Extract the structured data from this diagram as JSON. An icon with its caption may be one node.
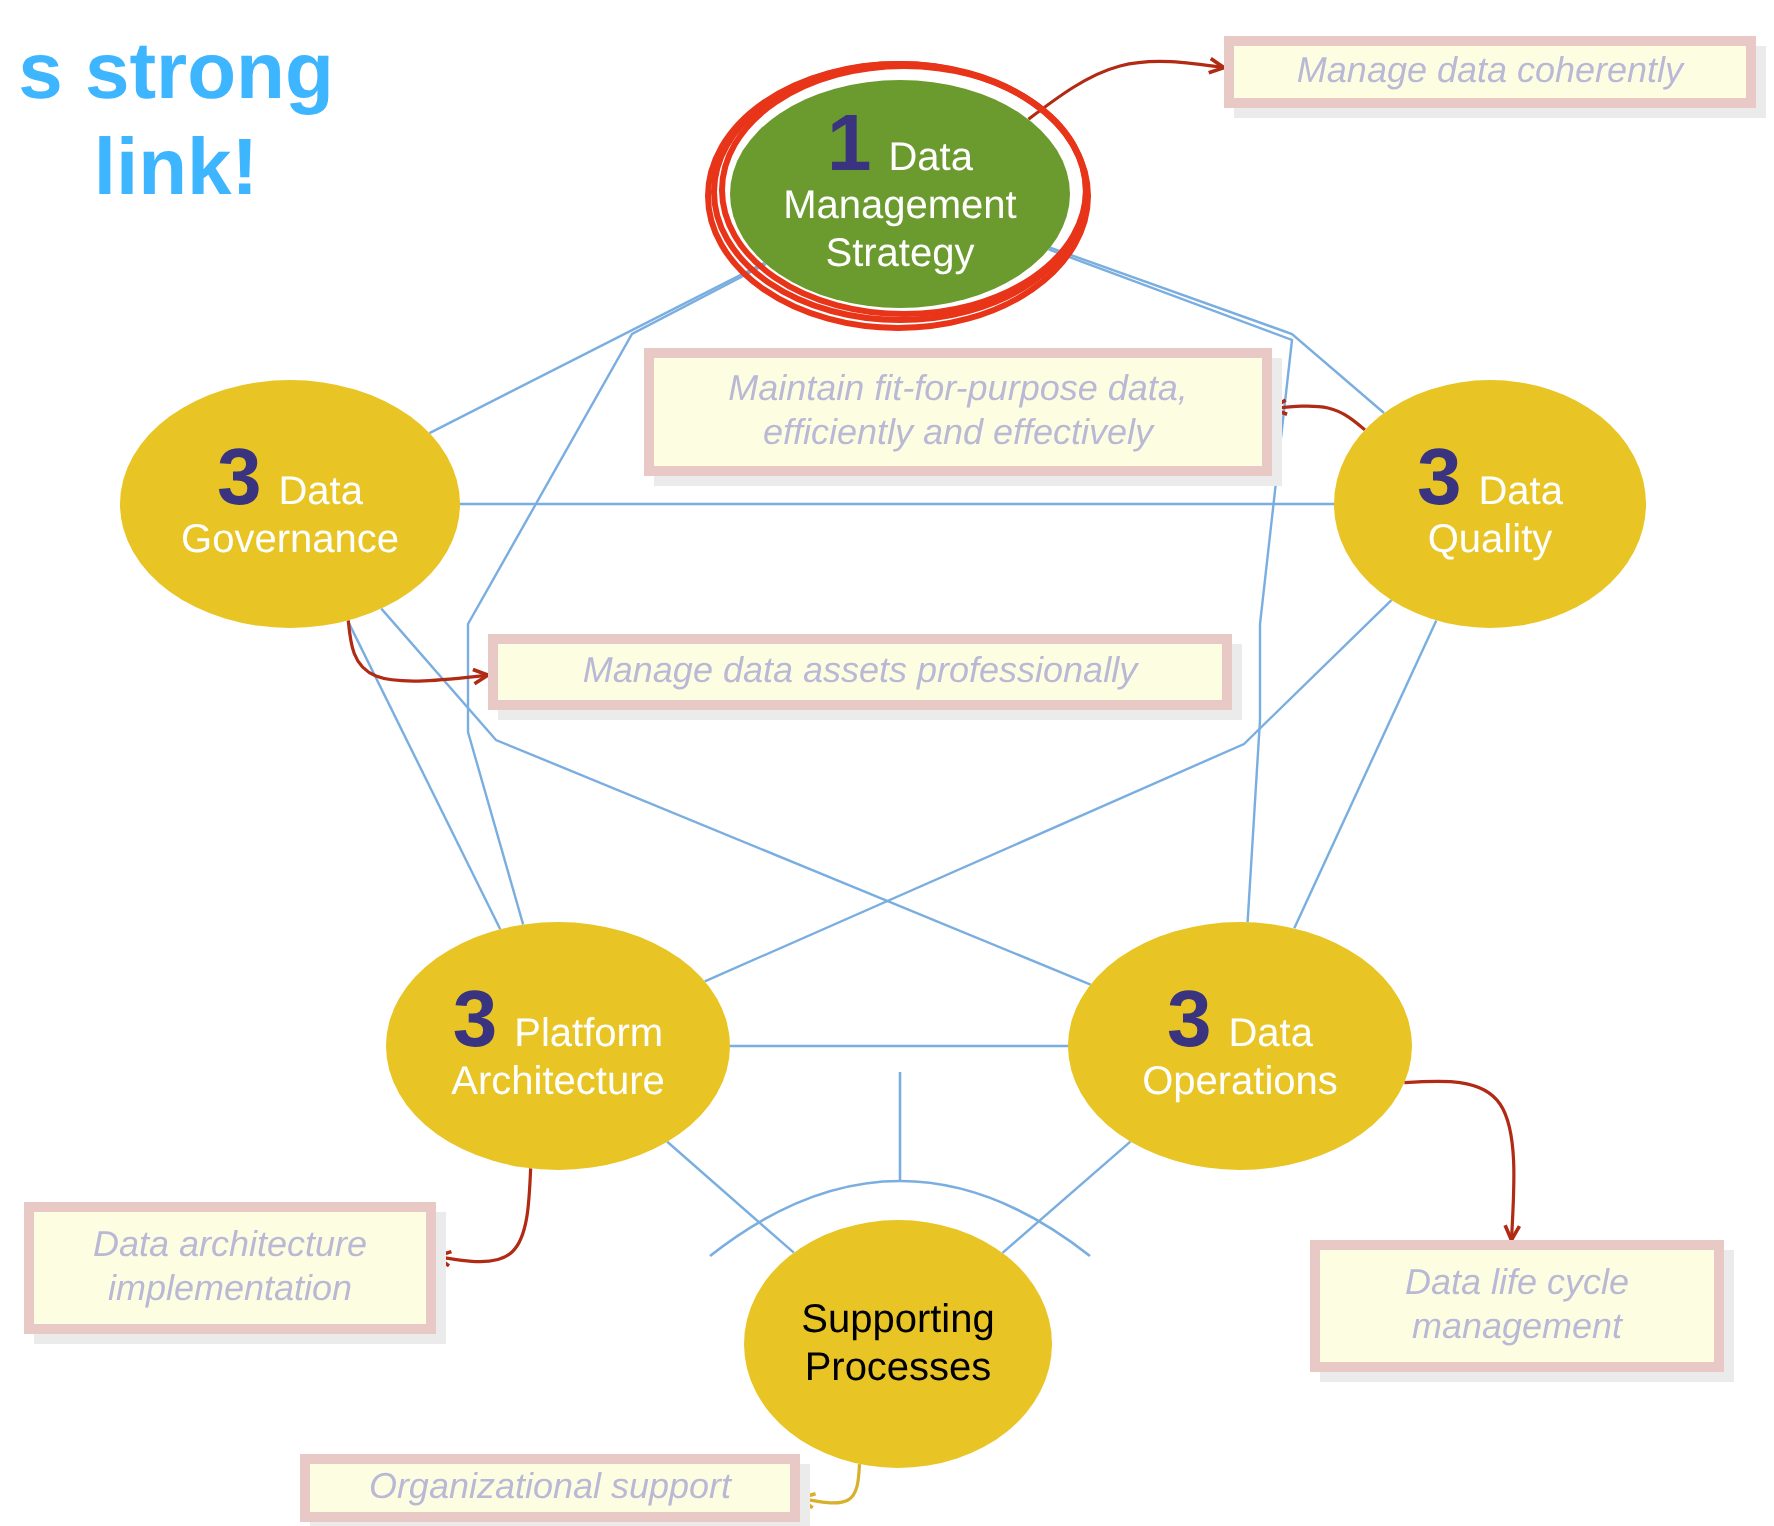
{
  "diagram": {
    "nodes": [
      {
        "text": [
          "1",
          "Data Management Strategy"
        ]
      },
      {
        "text": [
          "3",
          "Data Governance"
        ]
      },
      {
        "text": [
          "3",
          "Data Quality"
        ]
      },
      {
        "text": [
          "3",
          "Platform Architecture"
        ]
      },
      {
        "text": [
          "3",
          "Data Operations"
        ]
      },
      {
        "text": [
          "Supporting Processes"
        ]
      },
      {
        "text": [
          "Manage data coherently"
        ]
      },
      {
        "text": [
          "Maintain fit-for-purpose data, efficiently and effectively"
        ]
      },
      {
        "text": [
          "Manage data assets professionally"
        ]
      },
      {
        "text": [
          "Data architecture implementation"
        ]
      },
      {
        "text": [
          "Data life cycle management"
        ]
      },
      {
        "text": [
          "Organizational support"
        ]
      }
    ],
    "edges": [
      {
        "from": 0,
        "to": 1,
        "arrow": "none"
      },
      {
        "from": 0,
        "to": 2,
        "arrow": "none"
      },
      {
        "from": 0,
        "to": 3,
        "arrow": "none"
      },
      {
        "from": 0,
        "to": 4,
        "arrow": "none"
      },
      {
        "from": 1,
        "to": 2,
        "arrow": "none"
      },
      {
        "from": 1,
        "to": 3,
        "arrow": "none"
      },
      {
        "from": 1,
        "to": 4,
        "arrow": "none"
      },
      {
        "from": 2,
        "to": 3,
        "arrow": "none"
      },
      {
        "from": 2,
        "to": 4,
        "arrow": "none"
      },
      {
        "from": 3,
        "to": 4,
        "arrow": "none"
      },
      {
        "from": 3,
        "to": 5,
        "arrow": "none"
      },
      {
        "from": 4,
        "to": 5,
        "arrow": "none"
      },
      {
        "from": 0,
        "to": 6,
        "arrow": "to",
        "color": "#b02a14"
      },
      {
        "from": 2,
        "to": 7,
        "arrow": "to",
        "color": "#b02a14"
      },
      {
        "from": 1,
        "to": 8,
        "arrow": "to",
        "color": "#b02a14"
      },
      {
        "from": 3,
        "to": 9,
        "arrow": "to",
        "color": "#b02a14"
      },
      {
        "from": 4,
        "to": 10,
        "arrow": "to",
        "color": "#b02a14"
      },
      {
        "from": 5,
        "to": 11,
        "arrow": "to",
        "color": "#d8b02c"
      }
    ],
    "labels": [
      "s strong link!"
    ]
  }
}
